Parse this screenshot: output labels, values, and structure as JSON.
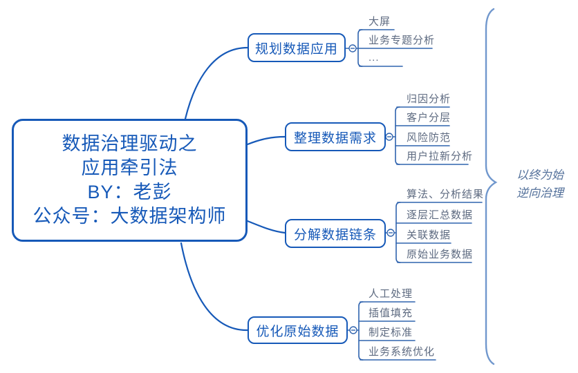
{
  "root": {
    "lines": [
      "数据治理驱动之",
      "应用牵引法",
      "BY：老彭",
      "公众号：大数据架构师"
    ]
  },
  "branches": [
    {
      "label": "规划数据应用",
      "children": [
        "大屏",
        "业务专题分析",
        "..."
      ]
    },
    {
      "label": "整理数据需求",
      "children": [
        "归因分析",
        "客户分层",
        "风险防范",
        "用户拉新分析"
      ]
    },
    {
      "label": "分解数据链条",
      "children": [
        "算法、分析结果",
        "逐层汇总数据",
        "关联数据",
        "原始业务数据"
      ]
    },
    {
      "label": "优化原始数据",
      "children": [
        "人工处理",
        "插值填充",
        "制定标准",
        "业务系统优化"
      ]
    }
  ],
  "annotation": {
    "lines": [
      "以终为始",
      "逆向治理"
    ]
  },
  "collapse_toggle_glyph": "−",
  "colors": {
    "primary_blue": "#1659b8",
    "branch_line_blue": "#2f63ae",
    "child_text_gray_blue": "#5d6a80",
    "brace_blue": "#7097cd",
    "annotation_text": "#54719b",
    "background": "#ffffff"
  }
}
